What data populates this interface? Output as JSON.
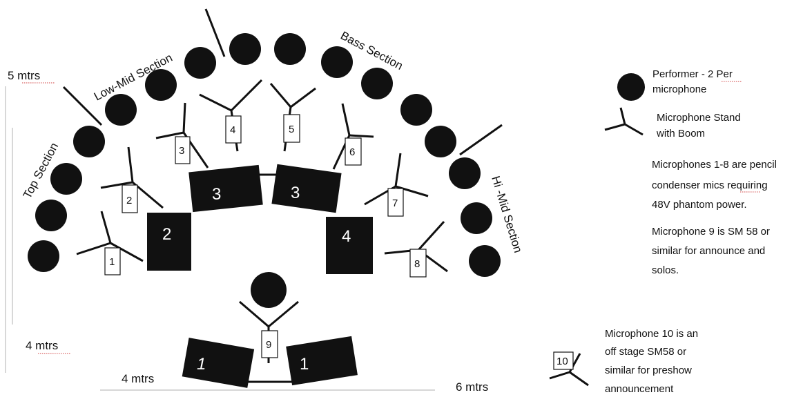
{
  "diagram": {
    "section_labels": [
      "Top Section",
      "Low-Mid Section",
      "Bass Section",
      "Hi -Mid Section"
    ],
    "dimensions": [
      "5 mtrs",
      "4 mtrs",
      "4 mtrs",
      "6 mtrs"
    ],
    "microphone_numbers": [
      "1",
      "2",
      "3",
      "4",
      "5",
      "6",
      "7",
      "8",
      "9",
      "10"
    ],
    "box_labels": [
      "2",
      "3",
      "3",
      "4",
      "1",
      "1"
    ]
  },
  "legend": {
    "performer": [
      "Performer - 2 Per",
      "microphone"
    ],
    "stand": [
      "Microphone Stand",
      "with Boom"
    ],
    "note_pencil": [
      "Microphones 1-8 are pencil",
      "condenser mics requiring",
      "48V phantom power."
    ],
    "note_sm58": [
      "Microphone 9 is SM 58 or",
      "similar for announce and",
      "solos."
    ],
    "note_offstage": [
      "Microphone 10 is an",
      "off stage SM58 or",
      "similar for preshow",
      "announcement"
    ]
  },
  "colors": {
    "ink": "#111111",
    "paper": "#ffffff",
    "box_text": "#ffffff"
  }
}
